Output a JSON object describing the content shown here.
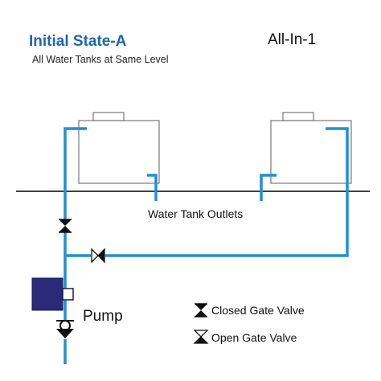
{
  "header": {
    "title": "Initial State-A",
    "subtitle": "All Water Tanks at Same Level",
    "corner_label": "All-In-1"
  },
  "labels": {
    "outlets": "Water Tank Outlets",
    "pump": "Pump"
  },
  "legend": {
    "closed_valve": "Closed Gate Valve",
    "open_valve": "Open Gate Valve"
  },
  "colors": {
    "title": "#1e66b4",
    "pipe": "#1f8fd6",
    "pump_body": "#2b2a78",
    "valve": "#111111",
    "tank_outline": "#777777",
    "ground": "#000000"
  }
}
